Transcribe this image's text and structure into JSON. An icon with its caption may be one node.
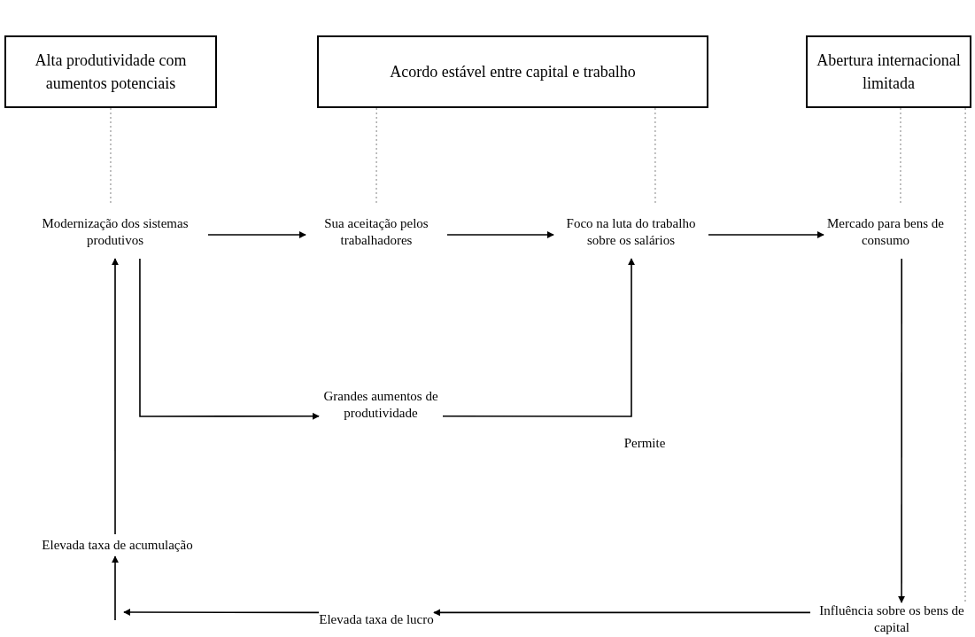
{
  "diagram": {
    "nodes": [
      {
        "text": [
          "Alta produtividade com aumentos potenciais"
        ]
      },
      {
        "text": [
          "Acordo estável entre capital e trabalho"
        ]
      },
      {
        "text": [
          "Abertura internacional limitada"
        ]
      },
      {
        "text": [
          "Modernização dos sistemas produtivos"
        ]
      },
      {
        "text": [
          "Sua aceitação pelos trabalhadores"
        ]
      },
      {
        "text": [
          "Foco na luta do trabalho sobre os salários"
        ]
      },
      {
        "text": [
          "Mercado para bens de consumo"
        ]
      },
      {
        "text": [
          "Grandes aumentos de produtividade"
        ]
      },
      {
        "text": [
          "Elevada taxa de acumulação"
        ]
      },
      {
        "text": [
          "Elevada taxa de lucro"
        ]
      },
      {
        "text": [
          "Influência sobre os bens de capital"
        ]
      }
    ],
    "edges": [
      {
        "from": 3,
        "to": 4,
        "arrow": "to"
      },
      {
        "from": 4,
        "to": 5,
        "arrow": "to"
      },
      {
        "from": 5,
        "to": 6,
        "arrow": "to"
      },
      {
        "from": 6,
        "to": 10,
        "arrow": "to"
      },
      {
        "from": 10,
        "to": 9,
        "arrow": "to"
      },
      {
        "from": 9,
        "to": null,
        "arrow": "to"
      },
      {
        "from": null,
        "to": 8,
        "arrow": "to"
      },
      {
        "from": 8,
        "to": 3,
        "arrow": "to"
      },
      {
        "from": 3,
        "to": 7,
        "arrow": "to"
      },
      {
        "from": 7,
        "to": 5,
        "arrow": "to",
        "label": "Permite"
      },
      {
        "from": 0,
        "to": 3,
        "arrow": "none",
        "style": "dashed",
        "color": "#808080"
      },
      {
        "from": 1,
        "to": 4,
        "arrow": "none",
        "style": "dashed",
        "color": "#808080"
      },
      {
        "from": 1,
        "to": 5,
        "arrow": "none",
        "style": "dashed",
        "color": "#808080"
      },
      {
        "from": 2,
        "to": 6,
        "arrow": "none",
        "style": "dashed",
        "color": "#808080"
      },
      {
        "from": 2,
        "to": 10,
        "arrow": "none",
        "style": "dashed",
        "color": "#808080"
      }
    ]
  }
}
